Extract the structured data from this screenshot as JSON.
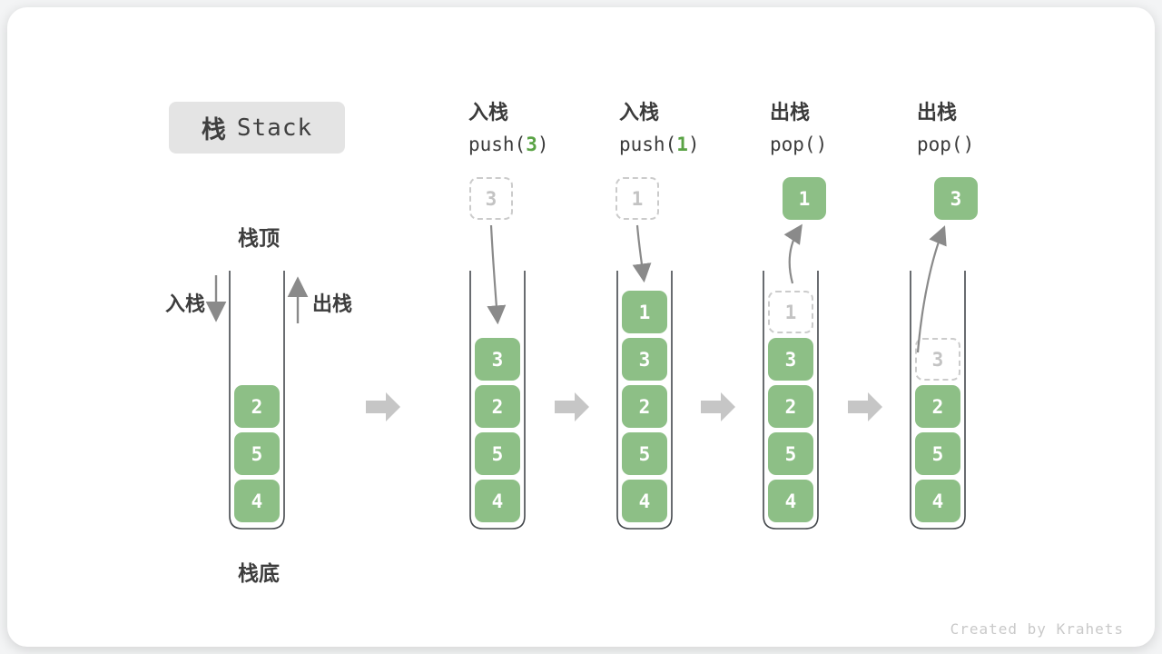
{
  "title": {
    "zh": "栈",
    "en": "Stack"
  },
  "side_labels": {
    "top": "栈顶",
    "bottom": "栈底",
    "push": "入栈",
    "pop": "出栈"
  },
  "columns": [
    {
      "label": "入栈",
      "code_pre": "push(",
      "code_value": "3",
      "code_post": ")",
      "float_value": "3"
    },
    {
      "label": "入栈",
      "code_pre": "push(",
      "code_value": "1",
      "code_post": ")",
      "float_value": "1"
    },
    {
      "label": "出栈",
      "code_pre": "pop()",
      "code_value": "",
      "code_post": "",
      "float_value": "1"
    },
    {
      "label": "出栈",
      "code_pre": "pop()",
      "code_value": "",
      "code_post": "",
      "float_value": "3"
    }
  ],
  "stacks": [
    {
      "blocks": [
        "2",
        "5",
        "4"
      ]
    },
    {
      "blocks": [
        "3",
        "2",
        "5",
        "4"
      ]
    },
    {
      "blocks": [
        "1",
        "3",
        "2",
        "5",
        "4"
      ]
    },
    {
      "ghost": "1",
      "blocks": [
        "3",
        "2",
        "5",
        "4"
      ]
    },
    {
      "ghost": "3",
      "blocks": [
        "2",
        "5",
        "4"
      ]
    }
  ],
  "watermark": "Created by Krahets",
  "colors": {
    "green": "#8dbf86",
    "code-green": "#5aa345",
    "arrow-gray": "#c6c6c6",
    "line-gray": "#8a8a8a",
    "wall-dark": "#44484c"
  }
}
